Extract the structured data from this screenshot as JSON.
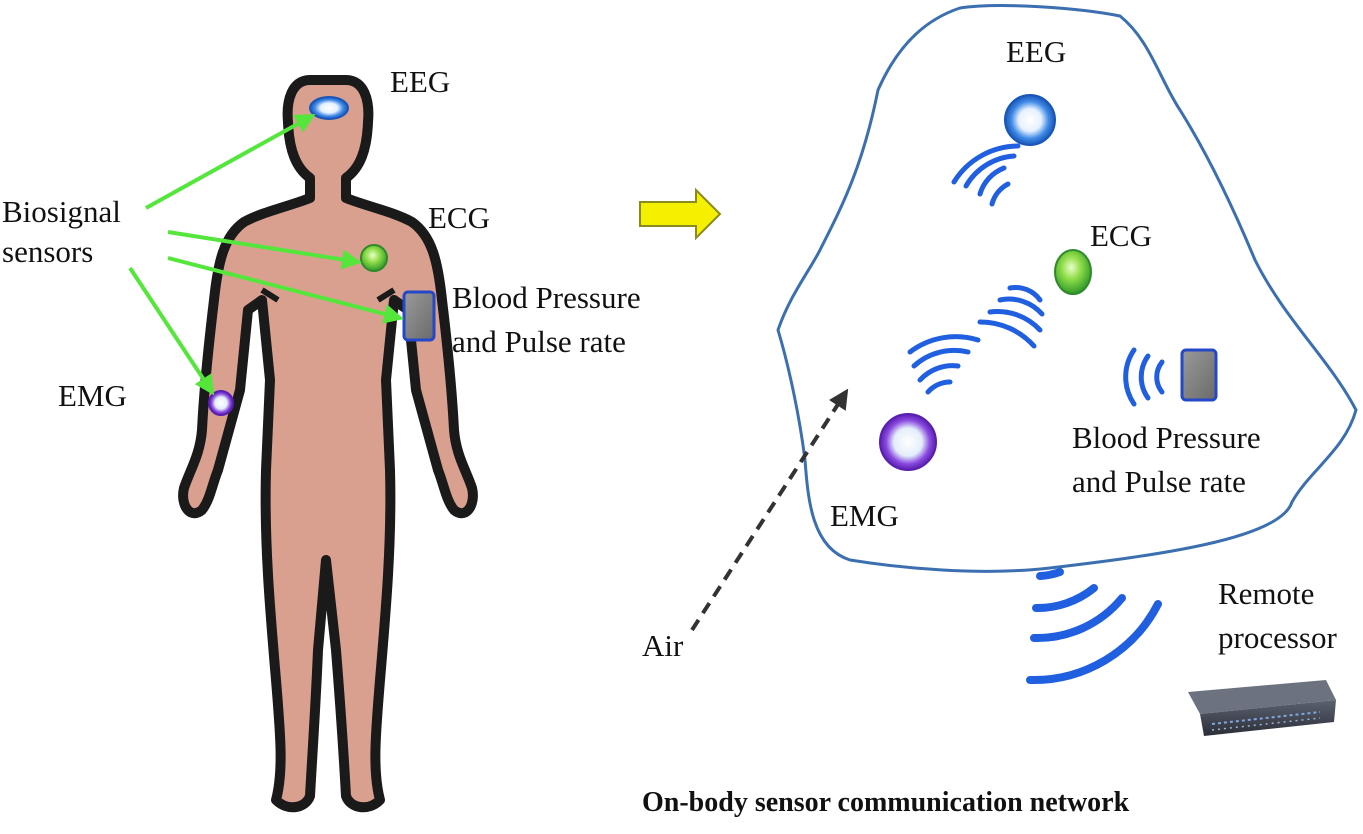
{
  "left_panel": {
    "labels": {
      "eeg": "EEG",
      "ecg": "ECG",
      "emg": "EMG",
      "biosignal_line1": "Biosignal",
      "biosignal_line2": "sensors",
      "bp_line1": "Blood Pressure",
      "bp_line2": "and Pulse rate"
    }
  },
  "right_panel": {
    "labels": {
      "eeg": "EEG",
      "ecg": "ECG",
      "emg": "EMG",
      "bp_line1": "Blood Pressure",
      "bp_line2": "and Pulse rate",
      "remote_line1": "Remote",
      "remote_line2": "processor",
      "air": "Air"
    },
    "caption": "On-body sensor communication network"
  },
  "colors": {
    "skin": "#d9a090",
    "outline": "#1a1a1a",
    "arrow_green": "#55e63c",
    "arrow_yellow": "#f5f000",
    "network_outline": "#3b6fb0",
    "wave_blue": "#1f5fe0",
    "eeg_sensor": "#2f7fe0",
    "ecg_sensor": "#3cb43c",
    "emg_sensor": "#7a3cd2",
    "bp_sensor_border": "#2448c8",
    "bp_sensor_fill": "#7c7c7c"
  },
  "icons": [
    "body-silhouette-icon",
    "sensor-node-icon",
    "wireless-wave-icon",
    "rack-server-icon",
    "right-arrow-icon"
  ]
}
